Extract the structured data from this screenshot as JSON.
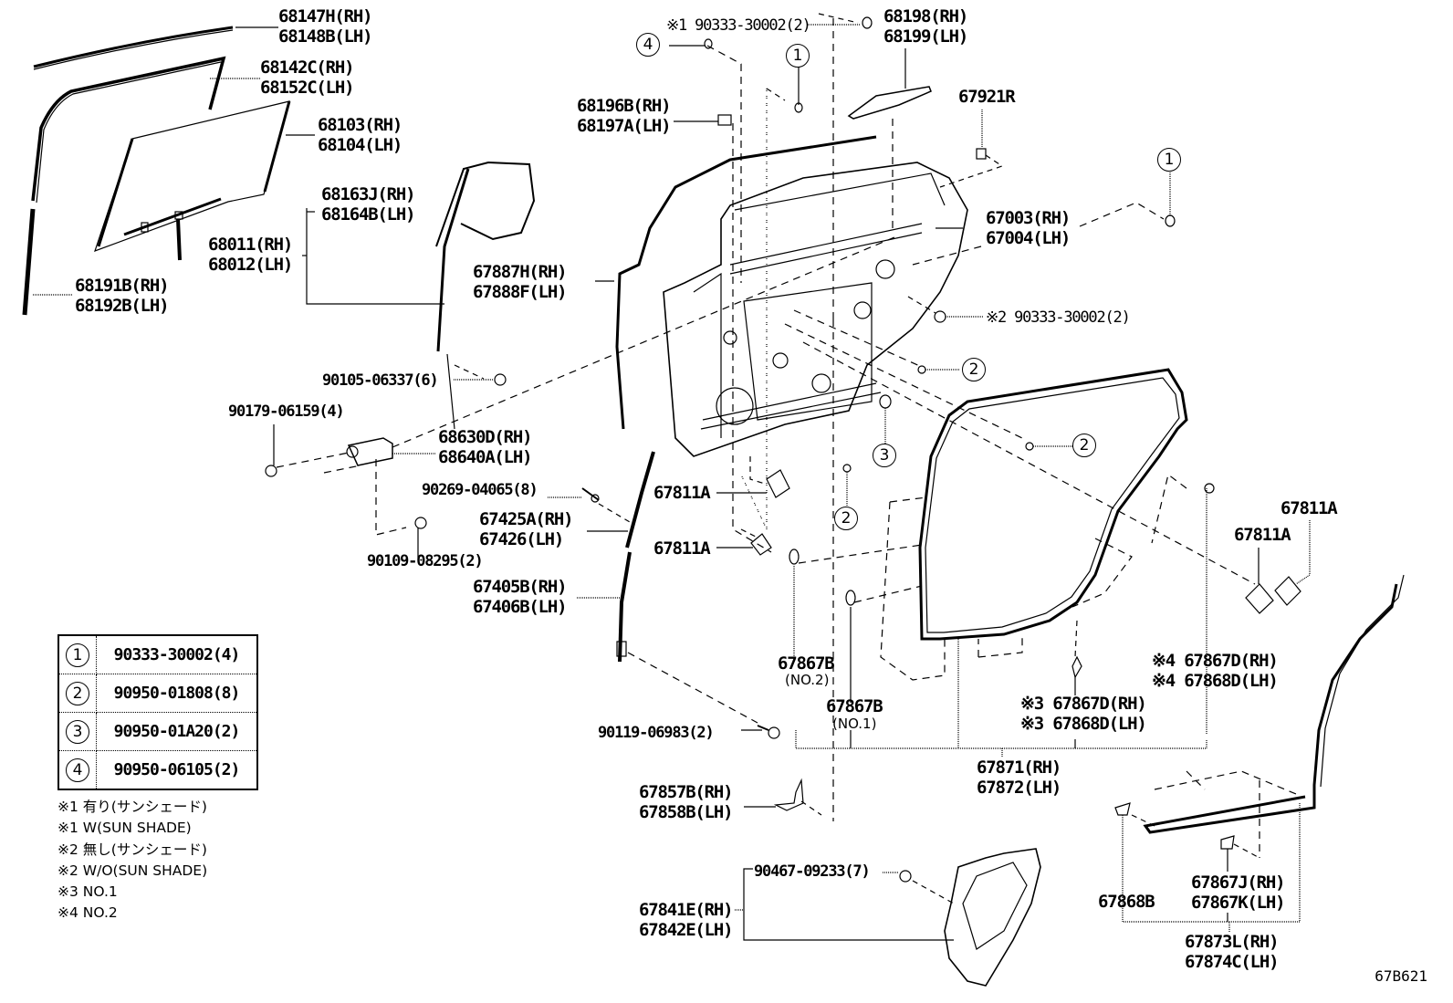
{
  "diagram": {
    "code": "67B621",
    "parts": {
      "p68147": [
        "68147H(RH)",
        "68148B(LH)"
      ],
      "p68142": [
        "68142C(RH)",
        "68152C(LH)"
      ],
      "p68103": [
        "68103(RH)",
        "68104(LH)"
      ],
      "p68163": [
        "68163J(RH)",
        "68164B(LH)"
      ],
      "p68011": [
        "68011(RH)",
        "68012(LH)"
      ],
      "p68191": [
        "68191B(RH)",
        "68192B(LH)"
      ],
      "p90105": "90105-06337(6)",
      "p90179": "90179-06159(4)",
      "p68630": [
        "68630D(RH)",
        "68640A(LH)"
      ],
      "p90269": "90269-04065(8)",
      "p90109": "90109-08295(2)",
      "p67425": [
        "67425A(RH)",
        "67426(LH)"
      ],
      "p67405": [
        "67405B(RH)",
        "67406B(LH)"
      ],
      "p90333_s1": "※1 90333-30002(2)",
      "p68198": [
        "68198(RH)",
        "68199(LH)"
      ],
      "p68196": [
        "68196B(RH)",
        "68197A(LH)"
      ],
      "p67921": "67921R",
      "p67003": [
        "67003(RH)",
        "67004(LH)"
      ],
      "p67887": [
        "67887H(RH)",
        "67888F(LH)"
      ],
      "p90333_s2": "※2 90333-30002(2)",
      "p67811_a": "67811A",
      "p67811_b": "67811A",
      "p67811_c": "67811A",
      "p67811_d": "67811A",
      "p67867B_no2": [
        "67867B",
        "(NO.2)"
      ],
      "p67867B_no1": [
        "67867B",
        "(NO.1)"
      ],
      "p67867D_s4": [
        "※4 67867D(RH)",
        "※4 67868D(LH)"
      ],
      "p67867D_s3": [
        "※3 67867D(RH)",
        "※3 67868D(LH)"
      ],
      "p67871": [
        "67871(RH)",
        "67872(LH)"
      ],
      "p90119": "90119-06983(2)",
      "p67857": [
        "67857B(RH)",
        "67858B(LH)"
      ],
      "p90467": "90467-09233(7)",
      "p67841": [
        "67841E(RH)",
        "67842E(LH)"
      ],
      "p67868B": "67868B",
      "p67867J": [
        "67867J(RH)",
        "67867K(LH)"
      ],
      "p67873": [
        "67873L(RH)",
        "67874C(LH)"
      ]
    },
    "callouts": {
      "c4_top": "4",
      "c1_top": "1",
      "c1_right": "1",
      "c2_a": "2",
      "c2_b": "2",
      "c3": "3",
      "c2_c": "2"
    },
    "legend": [
      {
        "num": "1",
        "part": "90333-30002(4)"
      },
      {
        "num": "2",
        "part": "90950-01808(8)"
      },
      {
        "num": "3",
        "part": "90950-01A20(2)"
      },
      {
        "num": "4",
        "part": "90950-06105(2)"
      }
    ],
    "notes": [
      "※1 有り(サンシェード)",
      "※1 W(SUN SHADE)",
      "※2 無し(サンシェード)",
      "※2 W/O(SUN SHADE)",
      "※3 NO.1",
      "※4 NO.2"
    ]
  }
}
